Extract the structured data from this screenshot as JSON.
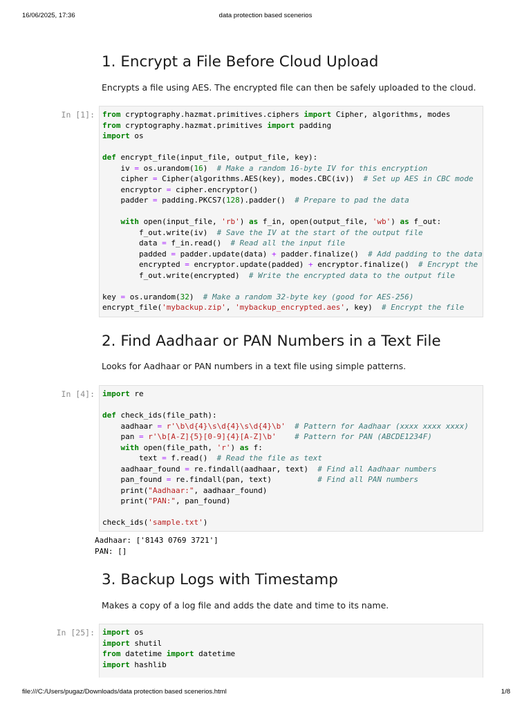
{
  "print_header": {
    "datetime": "16/06/2025, 17:36",
    "title": "data protection based scenerios"
  },
  "print_footer": {
    "path": "file:///C:/Users/pugaz/Downloads/data protection based scenerios.html",
    "page": "1/8"
  },
  "sections": [
    {
      "heading": "1. Encrypt a File Before Cloud Upload",
      "description": "Encrypts a file using AES. The encrypted file can then be safely uploaded to the cloud.",
      "prompt": "In [1]:",
      "code": [
        [
          [
            "kw",
            "from"
          ],
          [
            "t",
            " cryptography.hazmat.primitives.ciphers "
          ],
          [
            "kw",
            "import"
          ],
          [
            "t",
            " Cipher, algorithms, modes"
          ]
        ],
        [
          [
            "kw",
            "from"
          ],
          [
            "t",
            " cryptography.hazmat.primitives "
          ],
          [
            "kw",
            "import"
          ],
          [
            "t",
            " padding"
          ]
        ],
        [
          [
            "kw",
            "import"
          ],
          [
            "t",
            " os"
          ]
        ],
        [
          [
            "t",
            ""
          ]
        ],
        [
          [
            "kw",
            "def"
          ],
          [
            "t",
            " encrypt_file(input_file, output_file, key):"
          ]
        ],
        [
          [
            "t",
            "    iv "
          ],
          [
            "op",
            "="
          ],
          [
            "t",
            " os.urandom("
          ],
          [
            "nm",
            "16"
          ],
          [
            "t",
            ")  "
          ],
          [
            "cm",
            "# Make a random 16-byte IV for this encryption"
          ]
        ],
        [
          [
            "t",
            "    cipher "
          ],
          [
            "op",
            "="
          ],
          [
            "t",
            " Cipher(algorithms.AES(key), modes.CBC(iv))  "
          ],
          [
            "cm",
            "# Set up AES in CBC mode"
          ]
        ],
        [
          [
            "t",
            "    encryptor "
          ],
          [
            "op",
            "="
          ],
          [
            "t",
            " cipher.encryptor()"
          ]
        ],
        [
          [
            "t",
            "    padder "
          ],
          [
            "op",
            "="
          ],
          [
            "t",
            " padding.PKCS7("
          ],
          [
            "nm",
            "128"
          ],
          [
            "t",
            ").padder()  "
          ],
          [
            "cm",
            "# Prepare to pad the data"
          ]
        ],
        [
          [
            "t",
            ""
          ]
        ],
        [
          [
            "t",
            "    "
          ],
          [
            "kw",
            "with"
          ],
          [
            "t",
            " open(input_file, "
          ],
          [
            "st",
            "'rb'"
          ],
          [
            "t",
            ") "
          ],
          [
            "kw",
            "as"
          ],
          [
            "t",
            " f_in, open(output_file, "
          ],
          [
            "st",
            "'wb'"
          ],
          [
            "t",
            ") "
          ],
          [
            "kw",
            "as"
          ],
          [
            "t",
            " f_out:"
          ]
        ],
        [
          [
            "t",
            "        f_out.write(iv)  "
          ],
          [
            "cm",
            "# Save the IV at the start of the output file"
          ]
        ],
        [
          [
            "t",
            "        data "
          ],
          [
            "op",
            "="
          ],
          [
            "t",
            " f_in.read()  "
          ],
          [
            "cm",
            "# Read all the input file"
          ]
        ],
        [
          [
            "t",
            "        padded "
          ],
          [
            "op",
            "="
          ],
          [
            "t",
            " padder.update(data) "
          ],
          [
            "op",
            "+"
          ],
          [
            "t",
            " padder.finalize()  "
          ],
          [
            "cm",
            "# Add padding to the data"
          ]
        ],
        [
          [
            "t",
            "        encrypted "
          ],
          [
            "op",
            "="
          ],
          [
            "t",
            " encryptor.update(padded) "
          ],
          [
            "op",
            "+"
          ],
          [
            "t",
            " encryptor.finalize()  "
          ],
          [
            "cm",
            "# Encrypt the data"
          ]
        ],
        [
          [
            "t",
            "        f_out.write(encrypted)  "
          ],
          [
            "cm",
            "# Write the encrypted data to the output file"
          ]
        ],
        [
          [
            "t",
            ""
          ]
        ],
        [
          [
            "t",
            "key "
          ],
          [
            "op",
            "="
          ],
          [
            "t",
            " os.urandom("
          ],
          [
            "nm",
            "32"
          ],
          [
            "t",
            ")  "
          ],
          [
            "cm",
            "# Make a random 32-byte key (good for AES-256)"
          ]
        ],
        [
          [
            "t",
            "encrypt_file("
          ],
          [
            "st",
            "'mybackup.zip'"
          ],
          [
            "t",
            ", "
          ],
          [
            "st",
            "'mybackup_encrypted.aes'"
          ],
          [
            "t",
            ", key)  "
          ],
          [
            "cm",
            "# Encrypt the file"
          ]
        ]
      ],
      "output": ""
    },
    {
      "heading": "2. Find Aadhaar or PAN Numbers in a Text File",
      "description": "Looks for Aadhaar or PAN numbers in a text file using simple patterns.",
      "prompt": "In [4]:",
      "code": [
        [
          [
            "kw",
            "import"
          ],
          [
            "t",
            " re"
          ]
        ],
        [
          [
            "t",
            ""
          ]
        ],
        [
          [
            "kw",
            "def"
          ],
          [
            "t",
            " check_ids(file_path):"
          ]
        ],
        [
          [
            "t",
            "    aadhaar "
          ],
          [
            "op",
            "="
          ],
          [
            "t",
            " "
          ],
          [
            "st",
            "r'\\b\\d{4}\\s\\d{4}\\s\\d{4}\\b'"
          ],
          [
            "t",
            "  "
          ],
          [
            "cm",
            "# Pattern for Aadhaar (xxxx xxxx xxxx)"
          ]
        ],
        [
          [
            "t",
            "    pan "
          ],
          [
            "op",
            "="
          ],
          [
            "t",
            " "
          ],
          [
            "st",
            "r'\\b[A-Z]{5}[0-9]{4}[A-Z]\\b'"
          ],
          [
            "t",
            "    "
          ],
          [
            "cm",
            "# Pattern for PAN (ABCDE1234F)"
          ]
        ],
        [
          [
            "t",
            "    "
          ],
          [
            "kw",
            "with"
          ],
          [
            "t",
            " open(file_path, "
          ],
          [
            "st",
            "'r'"
          ],
          [
            "t",
            ") "
          ],
          [
            "kw",
            "as"
          ],
          [
            "t",
            " f:"
          ]
        ],
        [
          [
            "t",
            "        text "
          ],
          [
            "op",
            "="
          ],
          [
            "t",
            " f.read()  "
          ],
          [
            "cm",
            "# Read the file as text"
          ]
        ],
        [
          [
            "t",
            "    aadhaar_found "
          ],
          [
            "op",
            "="
          ],
          [
            "t",
            " re.findall(aadhaar, text)  "
          ],
          [
            "cm",
            "# Find all Aadhaar numbers"
          ]
        ],
        [
          [
            "t",
            "    pan_found "
          ],
          [
            "op",
            "="
          ],
          [
            "t",
            " re.findall(pan, text)          "
          ],
          [
            "cm",
            "# Find all PAN numbers"
          ]
        ],
        [
          [
            "t",
            "    print("
          ],
          [
            "st",
            "\"Aadhaar:\""
          ],
          [
            "t",
            ", aadhaar_found)"
          ]
        ],
        [
          [
            "t",
            "    print("
          ],
          [
            "st",
            "\"PAN:\""
          ],
          [
            "t",
            ", pan_found)"
          ]
        ],
        [
          [
            "t",
            ""
          ]
        ],
        [
          [
            "t",
            "check_ids("
          ],
          [
            "st",
            "'sample.txt'"
          ],
          [
            "t",
            ")"
          ]
        ]
      ],
      "output": "Aadhaar: ['8143 0769 3721']\nPAN: []"
    },
    {
      "heading": "3. Backup Logs with Timestamp",
      "description": "Makes a copy of a log file and adds the date and time to its name.",
      "prompt": "In [25]:",
      "code": [
        [
          [
            "kw",
            "import"
          ],
          [
            "t",
            " os"
          ]
        ],
        [
          [
            "kw",
            "import"
          ],
          [
            "t",
            " shutil"
          ]
        ],
        [
          [
            "kw",
            "from"
          ],
          [
            "t",
            " datetime "
          ],
          [
            "kw",
            "import"
          ],
          [
            "t",
            " datetime"
          ]
        ],
        [
          [
            "kw",
            "import"
          ],
          [
            "t",
            " hashlib"
          ]
        ]
      ],
      "output": ""
    }
  ]
}
